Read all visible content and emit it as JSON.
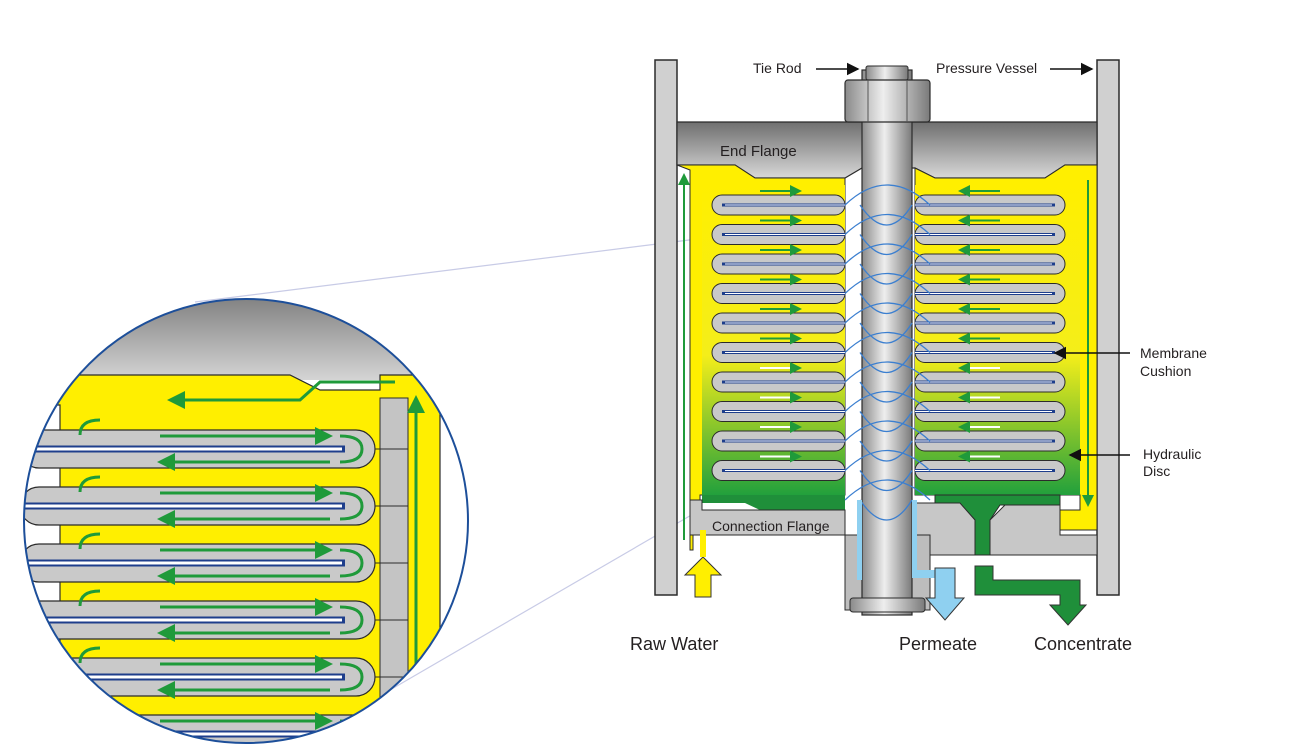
{
  "labels": {
    "tie_rod": "Tie Rod",
    "pressure_vessel": "Pressure Vessel",
    "end_flange": "End Flange",
    "membrane_cushion_1": "Membrane",
    "membrane_cushion_2": "Cushion",
    "hydraulic_disc_1": "Hydraulic",
    "hydraulic_disc_2": "Disc",
    "connection_flange": "Connection Flange",
    "raw_water": "Raw Water",
    "permeate": "Permeate",
    "concentrate": "Concentrate"
  },
  "colors": {
    "feed": "#ffef00",
    "flow": "#1f9a3a",
    "permeate": "#8fd0f0",
    "membrane": "#1e3e8c",
    "steel": "#c9c9c9",
    "outline": "#2b2b2b",
    "concentrate": "#1f8f3a"
  },
  "icons": [
    "arrow-right-icon",
    "arrow-left-icon",
    "arrow-up-icon",
    "arrow-down-icon"
  ]
}
